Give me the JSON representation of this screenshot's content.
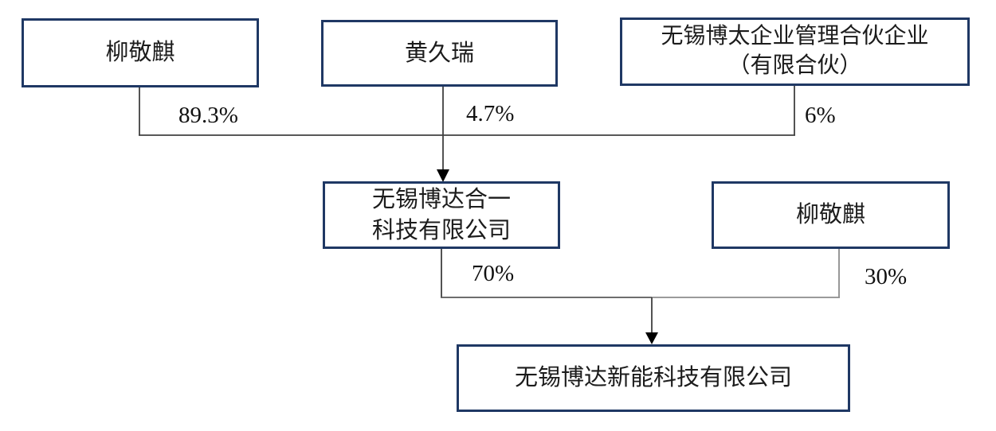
{
  "nodes": {
    "top_left": {
      "label": "柳敬麒"
    },
    "top_mid": {
      "label": "黄久瑞"
    },
    "top_right": {
      "label_line1": "无锡博太企业管理合伙企业",
      "label_line2": "（有限合伙）"
    },
    "mid_left": {
      "label_line1": "无锡博达合一",
      "label_line2": "科技有限公司"
    },
    "mid_right": {
      "label": "柳敬麒"
    },
    "bottom": {
      "label": "无锡博达新能科技有限公司"
    }
  },
  "ownership": {
    "top_left_pct": "89.3%",
    "top_mid_pct": "4.7%",
    "top_right_pct": "6%",
    "mid_left_pct": "70%",
    "mid_right_pct": "30%"
  },
  "colors": {
    "box_border": "#1f3864",
    "line_dark": "#404040",
    "line_gray": "#8c8c8c",
    "arrow": "#000000"
  }
}
